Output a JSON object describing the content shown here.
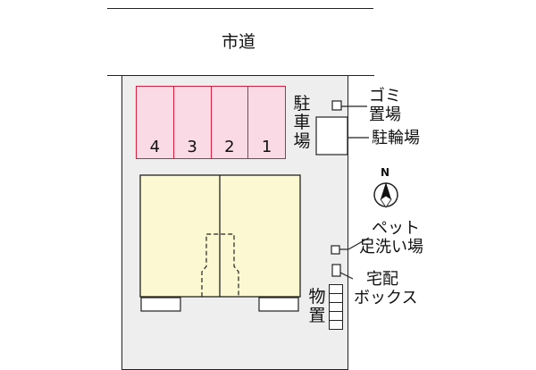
{
  "road": {
    "label": "市道"
  },
  "parking": {
    "space_numbers": [
      "4",
      "3",
      "2",
      "1"
    ],
    "label": "駐車場"
  },
  "labels": {
    "garbage": [
      "ゴミ",
      "置場"
    ],
    "bicycle": "駐輪場",
    "pet_wash": [
      "ペット",
      "足洗い場"
    ],
    "delivery_box": [
      "宅配",
      "ボックス"
    ],
    "storage": "物置"
  },
  "compass": {
    "north_label": "N"
  },
  "colors": {
    "parking_fill": "#fadbe5",
    "parking_border": "#d81e3c",
    "building_fill": "#fbf8d2",
    "lot_fill": "#eeeeee"
  }
}
